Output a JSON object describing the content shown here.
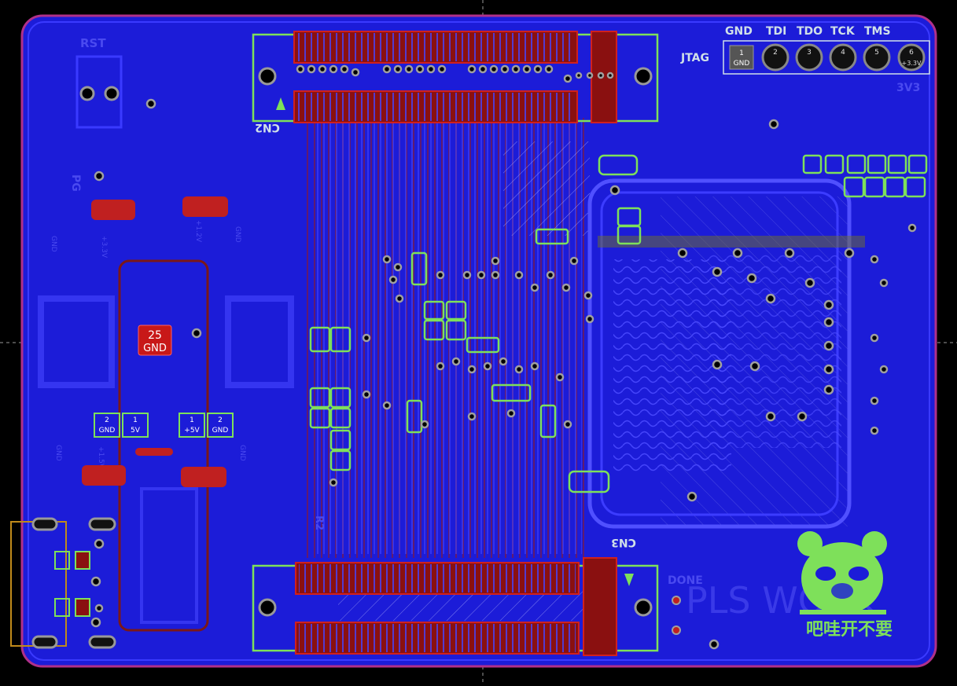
{
  "colors": {
    "background": "#000000",
    "board_fill": "#1c1cd8",
    "board_edge": "#b0308a",
    "top_copper": "#2a2aff",
    "bottom_copper": "#8a1010",
    "pad_outline": "#7ee05a",
    "silkscreen": "#d0e0e8",
    "via_ring": "#a0a0a0",
    "crosshatch": "#c8c8ff",
    "yellow_outline": "#c08a1a"
  },
  "connectors": {
    "cn2": "CN2",
    "cn3": "CN3"
  },
  "jtag": {
    "label": "JTAG",
    "headers": [
      "GND",
      "TDI",
      "TDO",
      "TCK",
      "TMS"
    ],
    "pins": [
      {
        "num": "1",
        "name": "GND"
      },
      {
        "num": "2",
        "name": ""
      },
      {
        "num": "3",
        "name": ""
      },
      {
        "num": "4",
        "name": ""
      },
      {
        "num": "5",
        "name": ""
      },
      {
        "num": "6",
        "name": "+3.3V"
      }
    ],
    "side_label": "3V3"
  },
  "silk": {
    "rst": "RST",
    "pg": "PG",
    "r2": "R2",
    "done": "DONE",
    "pad_25": "25",
    "pad_25_net": "GND",
    "wordmark": "PLS WORK",
    "cn_slogan": "吧哇开不要",
    "small_labels": [
      "1",
      "2",
      "GND",
      "+3.3V",
      "+1.2V",
      "+1.5V",
      "+5V",
      "GND"
    ]
  },
  "power_pads": [
    {
      "num": "2",
      "net": "GND"
    },
    {
      "num": "1",
      "net": "5V"
    },
    {
      "num": "1",
      "net": "+5V"
    },
    {
      "num": "2",
      "net": "GND"
    }
  ]
}
